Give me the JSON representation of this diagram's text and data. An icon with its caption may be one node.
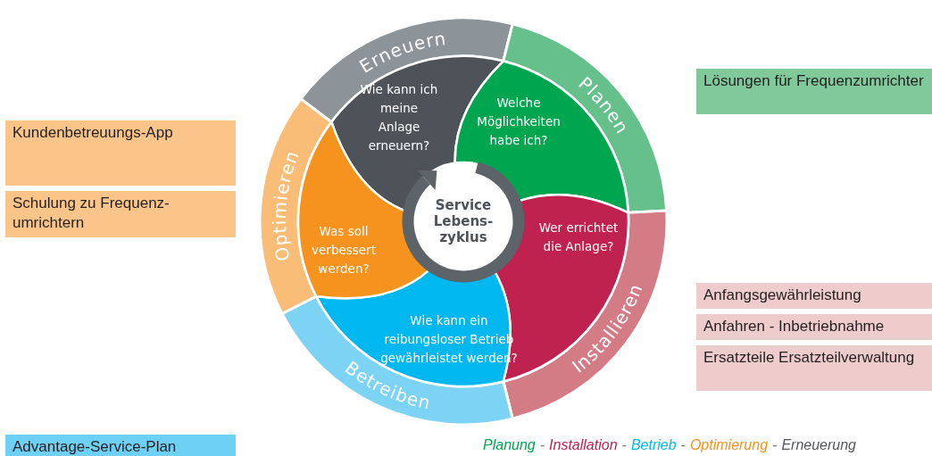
{
  "diagram": {
    "nodes": [
      {
        "text": [
          "Erneuern"
        ]
      },
      {
        "text": [
          "Wie kann ich meine Anlage erneuern?"
        ]
      },
      {
        "text": [
          "Planen"
        ]
      },
      {
        "text": [
          "Welche Möglichkeiten habe ich?"
        ]
      },
      {
        "text": [
          "Installieren"
        ]
      },
      {
        "text": [
          "Wer errichtet die Anlage?"
        ]
      },
      {
        "text": [
          "Betreiben"
        ]
      },
      {
        "text": [
          "Wie kann ein reibungsloser Betrieb gewährleistet werden?"
        ]
      },
      {
        "text": [
          "Optimieren"
        ]
      },
      {
        "text": [
          "Was soll verbessert werden?"
        ]
      },
      {
        "text": [
          "Service Lebens- zyklus"
        ]
      },
      {
        "text": [
          "Lösungen für Frequenzumrichter"
        ]
      },
      {
        "text": [
          "Kundenbetreuungs-App"
        ]
      },
      {
        "text": [
          "Schulung zu Frequenz- umrichtern"
        ]
      },
      {
        "text": [
          "Anfangsgewährleistung"
        ]
      },
      {
        "text": [
          "Anfahren - Inbetriebnahme"
        ]
      },
      {
        "text": [
          "Ersatzteile Ersatzteilverwaltung"
        ]
      },
      {
        "text": [
          "Advantage-Service-Plan"
        ]
      }
    ],
    "labels": [
      "Planung",
      "-",
      "Installation",
      "-",
      "Betrieb",
      "-",
      "Optimierung",
      "-",
      "Erneuerung"
    ]
  }
}
